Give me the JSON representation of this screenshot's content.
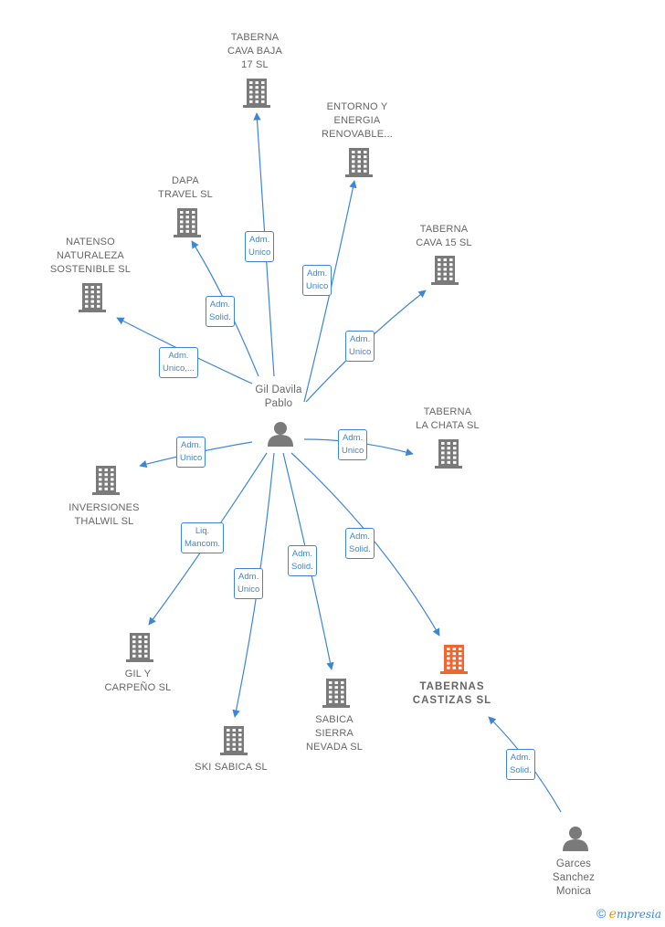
{
  "colors": {
    "edge": "#3d86d6",
    "company": "#7a7a7a",
    "highlight": "#f26531",
    "person": "#7a7a7a"
  },
  "nodes": {
    "gil": {
      "name": "Gil Davila\nPablo",
      "icon": "person-icon"
    },
    "garces": {
      "name": "Garces\nSanchez\nMonica",
      "icon": "person-icon"
    },
    "taberna_cava_baja": {
      "name": "TABERNA\nCAVA BAJA\n17  SL",
      "icon": "building-icon"
    },
    "entorno": {
      "name": "ENTORNO Y\nENERGIA\nRENOVABLE...",
      "icon": "building-icon"
    },
    "dapa": {
      "name": "DAPA\nTRAVEL SL",
      "icon": "building-icon"
    },
    "taberna_cava_15": {
      "name": "TABERNA\nCAVA 15  SL",
      "icon": "building-icon"
    },
    "natenso": {
      "name": "NATENSO\nNATURALEZA\nSOSTENIBLE SL",
      "icon": "building-icon"
    },
    "taberna_chata": {
      "name": "TABERNA\nLA CHATA  SL",
      "icon": "building-icon"
    },
    "inversiones": {
      "name": "INVERSIONES\nTHALWIL  SL",
      "icon": "building-icon"
    },
    "gil_carpeno": {
      "name": "GIL Y\nCARPEÑO  SL",
      "icon": "building-icon"
    },
    "ski_sabica": {
      "name": "SKI SABICA SL",
      "icon": "building-icon"
    },
    "sabica_sierra": {
      "name": "SABICA\nSIERRA\nNEVADA  SL",
      "icon": "building-icon"
    },
    "tabernas_castizas": {
      "name": "TABERNAS\nCASTIZAS  SL",
      "icon": "building-icon"
    }
  },
  "edges": [
    {
      "from": "gil",
      "to": "taberna_cava_baja",
      "role": "Adm.\nUnico"
    },
    {
      "from": "gil",
      "to": "entorno",
      "role": "Adm.\nUnico"
    },
    {
      "from": "gil",
      "to": "dapa",
      "role": "Adm.\nSolid."
    },
    {
      "from": "gil",
      "to": "taberna_cava_15",
      "role": "Adm.\nUnico"
    },
    {
      "from": "gil",
      "to": "natenso",
      "role": "Adm.\nUnico,..."
    },
    {
      "from": "gil",
      "to": "taberna_chata",
      "role": "Adm.\nUnico"
    },
    {
      "from": "gil",
      "to": "inversiones",
      "role": "Adm.\nUnico"
    },
    {
      "from": "gil",
      "to": "gil_carpeno",
      "role": "Liq.\nMancom."
    },
    {
      "from": "gil",
      "to": "ski_sabica",
      "role": "Adm.\nUnico"
    },
    {
      "from": "gil",
      "to": "sabica_sierra",
      "role": "Adm.\nSolid."
    },
    {
      "from": "gil",
      "to": "tabernas_castizas",
      "role": "Adm.\nSolid."
    },
    {
      "from": "garces",
      "to": "tabernas_castizas",
      "role": "Adm.\nSolid."
    }
  ],
  "brand": {
    "copyright": "©",
    "initial": "e",
    "rest": "mpresia"
  }
}
